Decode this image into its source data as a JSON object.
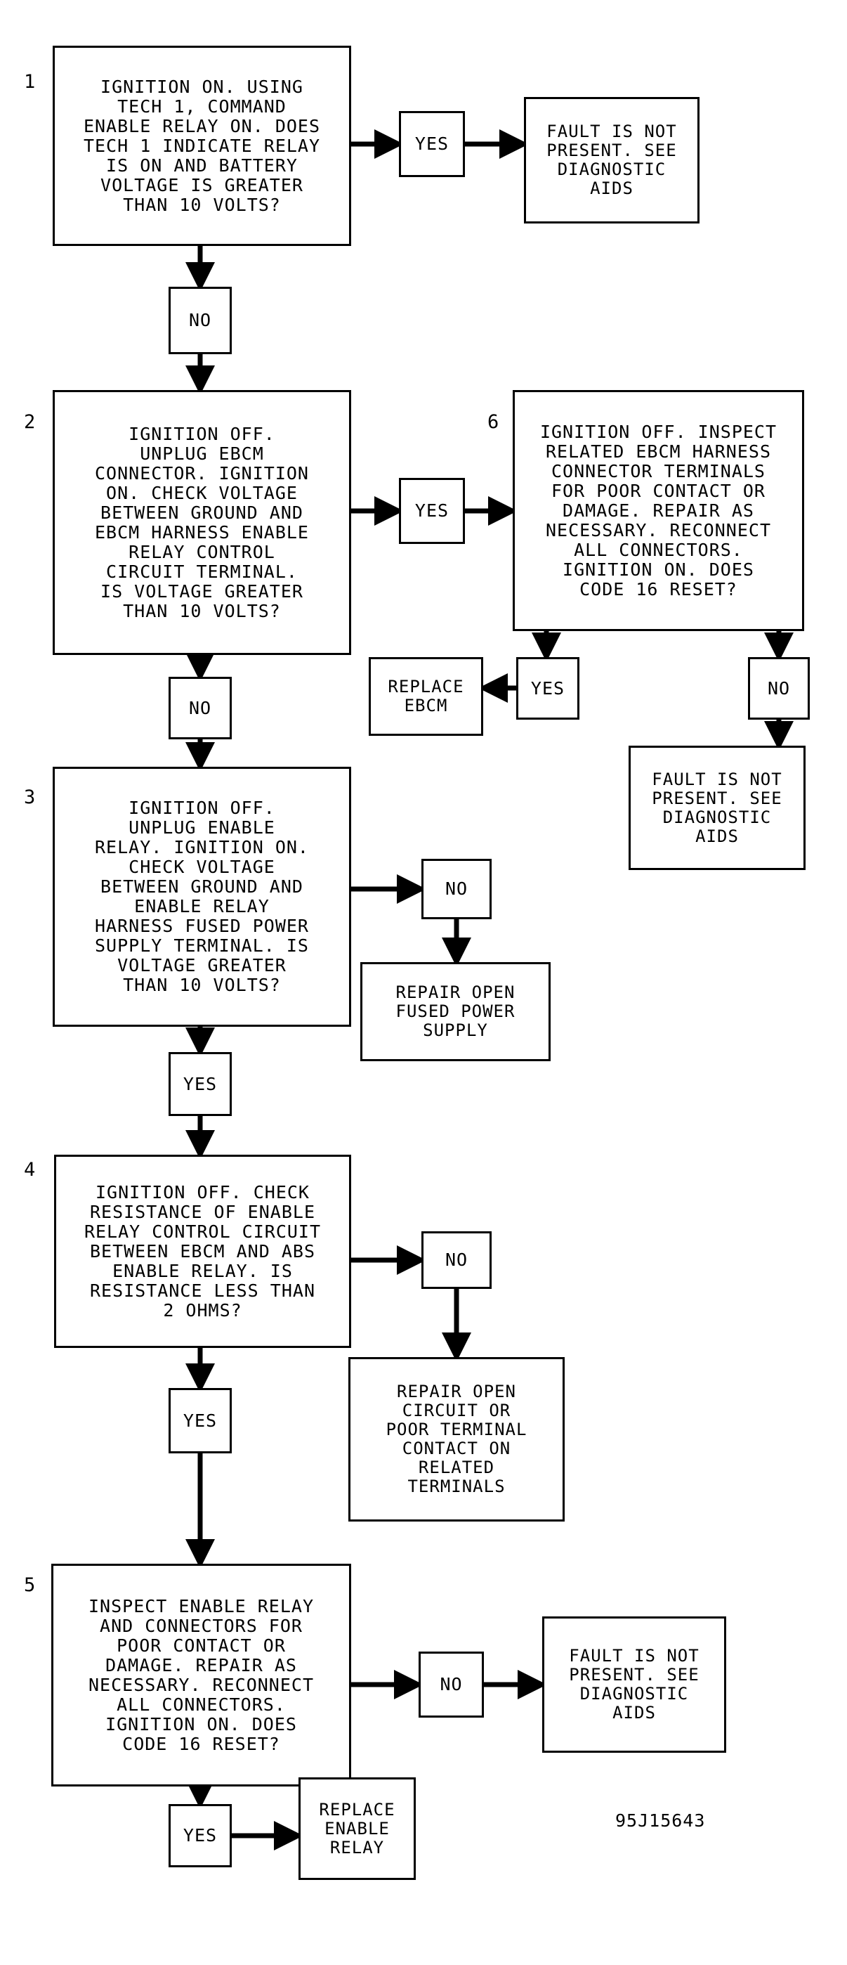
{
  "steps": [
    {
      "number": "1",
      "text": "IGNITION ON. USING\nTECH 1, COMMAND\nENABLE RELAY ON. DOES\nTECH 1 INDICATE RELAY\nIS ON AND BATTERY\nVOLTAGE IS GREATER\nTHAN 10 VOLTS?"
    },
    {
      "number": "2",
      "text": "IGNITION OFF.\nUNPLUG EBCM\nCONNECTOR. IGNITION\nON. CHECK VOLTAGE\nBETWEEN GROUND AND\nEBCM HARNESS ENABLE\nRELAY CONTROL\nCIRCUIT TERMINAL.\nIS VOLTAGE GREATER\nTHAN 10 VOLTS?"
    },
    {
      "number": "3",
      "text": "IGNITION OFF.\nUNPLUG ENABLE\nRELAY. IGNITION ON.\nCHECK VOLTAGE\nBETWEEN GROUND AND\nENABLE RELAY\nHARNESS FUSED POWER\nSUPPLY TERMINAL. IS\nVOLTAGE GREATER\nTHAN 10 VOLTS?"
    },
    {
      "number": "4",
      "text": "IGNITION OFF. CHECK\nRESISTANCE OF ENABLE\nRELAY CONTROL CIRCUIT\nBETWEEN EBCM AND ABS\nENABLE RELAY. IS\nRESISTANCE LESS THAN\n2 OHMS?"
    },
    {
      "number": "5",
      "text": "INSPECT ENABLE RELAY\nAND CONNECTORS FOR\nPOOR CONTACT OR\nDAMAGE. REPAIR AS\nNECESSARY. RECONNECT\nALL CONNECTORS.\nIGNITION ON. DOES\nCODE 16 RESET?"
    },
    {
      "number": "6",
      "text": "IGNITION OFF. INSPECT\nRELATED EBCM HARNESS\nCONNECTOR TERMINALS\nFOR POOR CONTACT OR\nDAMAGE. REPAIR AS\nNECESSARY. RECONNECT\nALL CONNECTORS.\nIGNITION ON. DOES\nCODE 16 RESET?"
    }
  ],
  "answers": {
    "yes": "YES",
    "no": "NO"
  },
  "results": {
    "fault_not_present": "FAULT IS NOT\nPRESENT. SEE\nDIAGNOSTIC\nAIDS",
    "replace_ebcm": "REPLACE\nEBCM",
    "repair_fused_power": "REPAIR OPEN\nFUSED POWER\nSUPPLY",
    "repair_open_circuit": "REPAIR OPEN\nCIRCUIT OR\nPOOR TERMINAL\nCONTACT ON\nRELATED\nTERMINALS",
    "replace_enable_relay": "REPLACE\nENABLE\nRELAY"
  },
  "figure_ref": "95J15643",
  "colors": {
    "line": "#000000",
    "background": "#ffffff"
  }
}
